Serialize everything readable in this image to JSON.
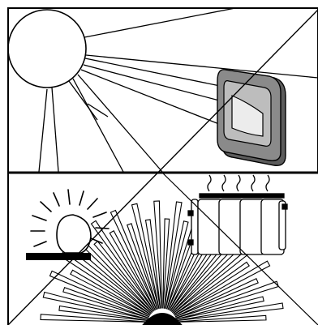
{
  "illustration": {
    "panels": [
      {
        "id": "top",
        "subject": "sun-and-motion-sensor"
      },
      {
        "id": "bottom",
        "subject": "lamp-radiator-and-detection-fan"
      }
    ],
    "colors": {
      "ink": "#000000",
      "paper": "#ffffff",
      "sensor_body": "#8a8a8a",
      "sensor_bezel": "#bdbdbd",
      "sensor_lens": "#ececec",
      "sensor_shadow": "#5c5c5c"
    },
    "icons": [
      "sun-icon",
      "motion-sensor-icon",
      "lamp-icon",
      "radiator-icon",
      "detection-fan-icon"
    ]
  }
}
